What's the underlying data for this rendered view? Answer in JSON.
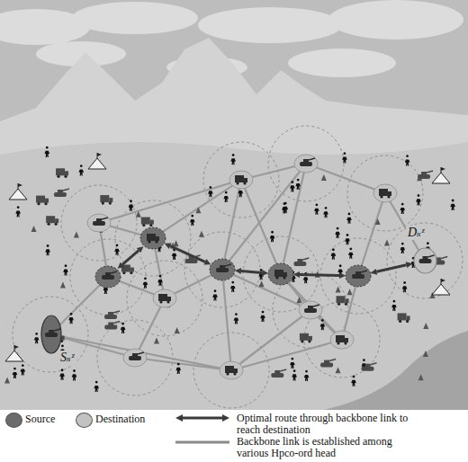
{
  "diagram": {
    "nodes": [
      {
        "text": [
          "Sₛᶻ"
        ]
      },
      {
        "text": [
          "Dₛᶻ"
        ]
      }
    ],
    "legend": [
      {
        "text": "Source",
        "color": "#6b6b6b"
      },
      {
        "text": "Destination",
        "color": "#c2c2c2"
      },
      {
        "text": "Optimal route through backbone link to reach destination"
      },
      {
        "text": "Backbone link is established among various Hpco-ord head"
      }
    ]
  }
}
